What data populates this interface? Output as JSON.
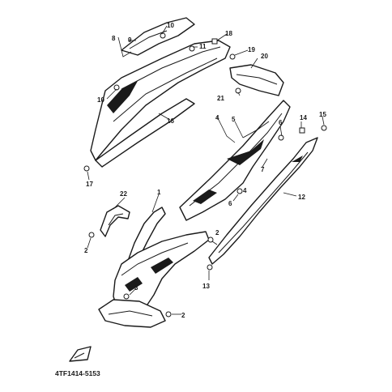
{
  "diagram": {
    "code": "4TF1414-5153",
    "callouts": {
      "p1": "1",
      "p2a": "2",
      "p2b": "2",
      "p2c": "2",
      "p3": "3",
      "p4a": "4",
      "p4b": "4",
      "p5": "5",
      "p6a": "6",
      "p6b": "6",
      "p7": "7",
      "p8": "8",
      "p9": "9",
      "p10a": "10",
      "p10b": "10",
      "p11": "11",
      "p12": "12",
      "p13": "13",
      "p14": "14",
      "p15": "15",
      "p16": "16",
      "p17": "17",
      "p18": "18",
      "p19": "19",
      "p20": "20",
      "p21": "21",
      "p22": "22"
    }
  }
}
